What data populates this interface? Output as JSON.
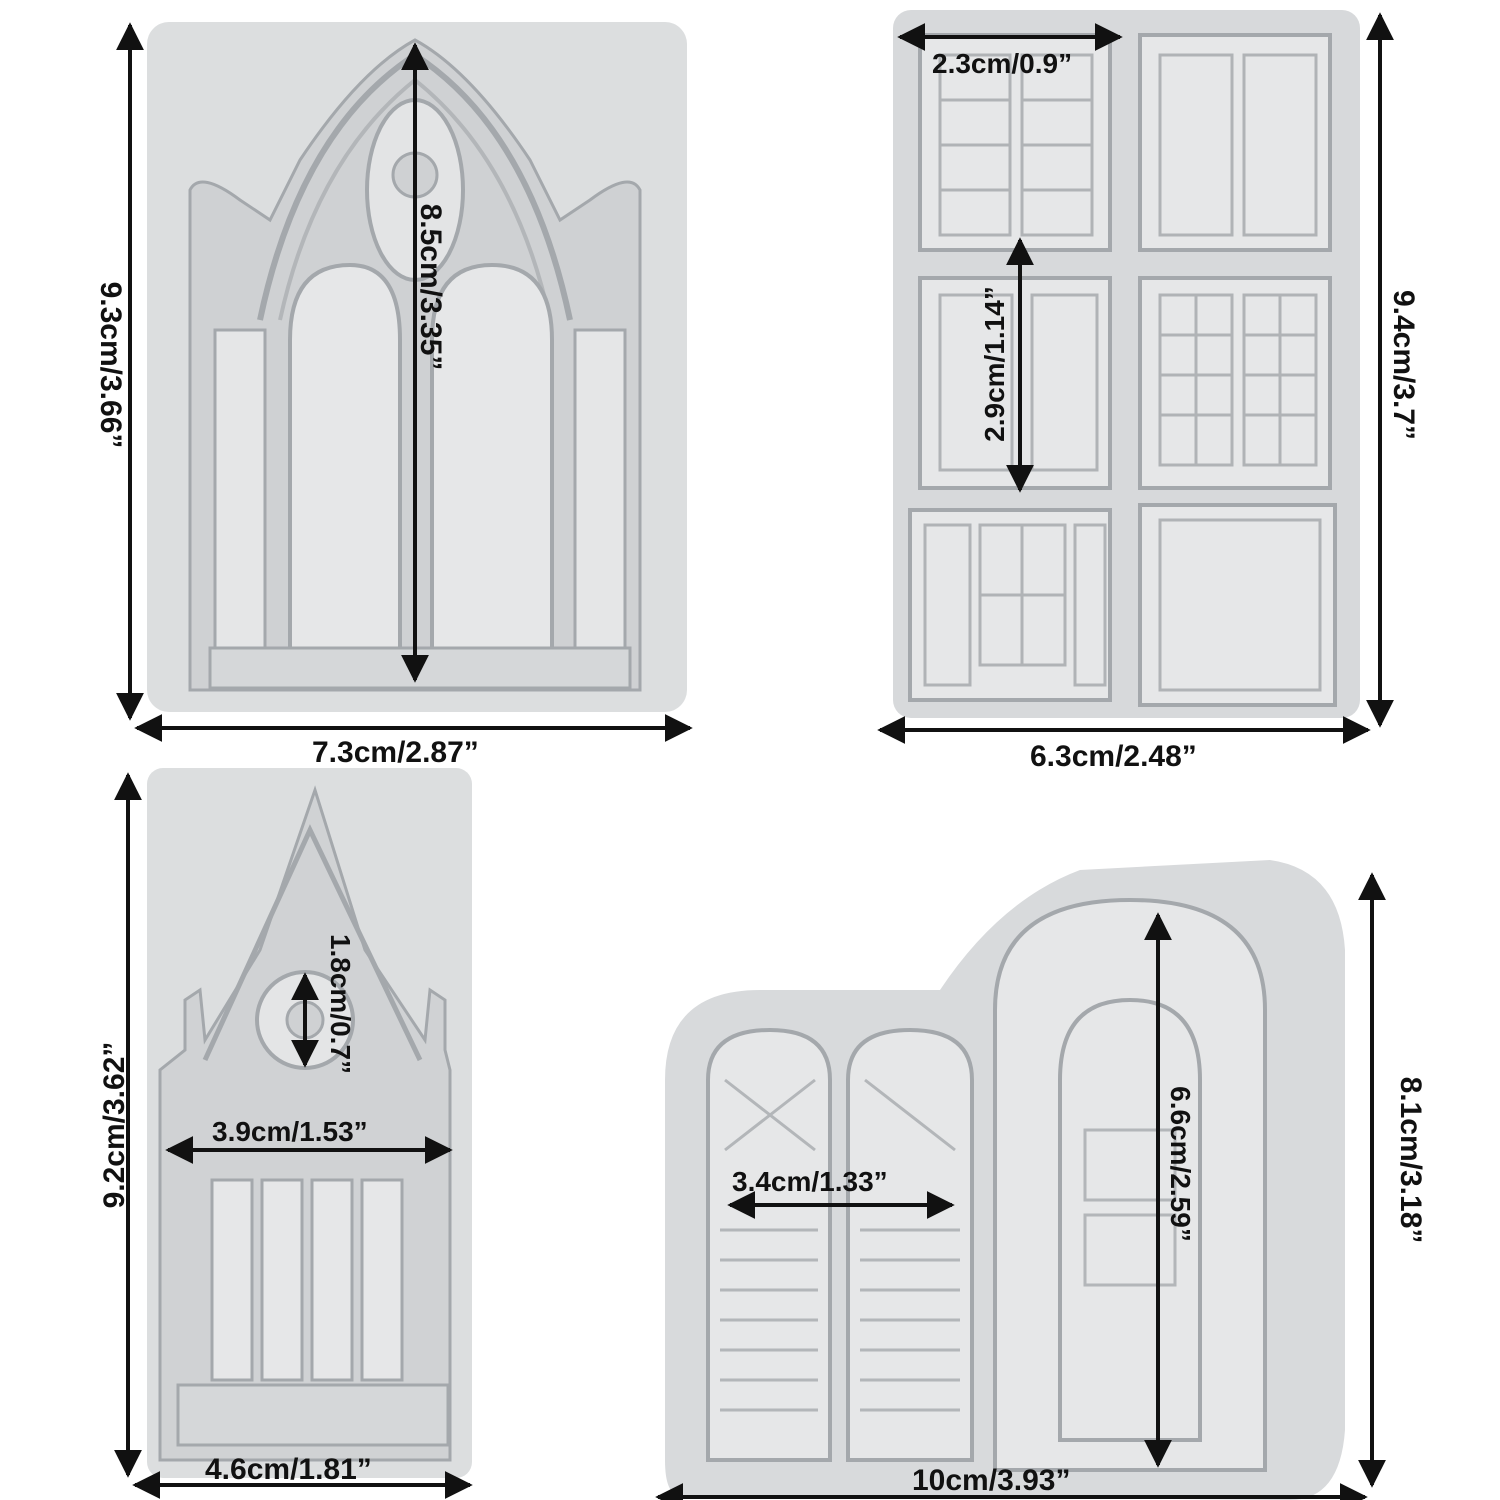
{
  "colors": {
    "background": "#ffffff",
    "mold": "#d6d8da",
    "mold_shadow": "#9fa3a7",
    "mold_detail": "#e8e9ea",
    "ink": "#111111"
  },
  "molds": [
    {
      "id": "gothic-arch-mold",
      "width_label": "7.3cm/2.87”",
      "height_label": "9.3cm/3.66”",
      "inner_label": "8.5cm/3.35”"
    },
    {
      "id": "six-window-mold",
      "width_label": "6.3cm/2.48”",
      "height_label": "9.4cm/3.7”",
      "inner_width_label": "2.3cm/0.9”",
      "inner_height_label": "2.9cm/1.14”"
    },
    {
      "id": "cathedral-window-mold",
      "width_label": "4.6cm/1.81”",
      "height_label": "9.2cm/3.62”",
      "rose_label": "1.8cm/0.7”",
      "inner_width_label": "3.9cm/1.53”"
    },
    {
      "id": "shutter-window-mold",
      "width_label": "10cm/3.93”",
      "height_label": "8.1cm/3.18”",
      "shutter_label": "3.4cm/1.33”",
      "inner_height_label": "6.6cm/2.59”"
    }
  ]
}
